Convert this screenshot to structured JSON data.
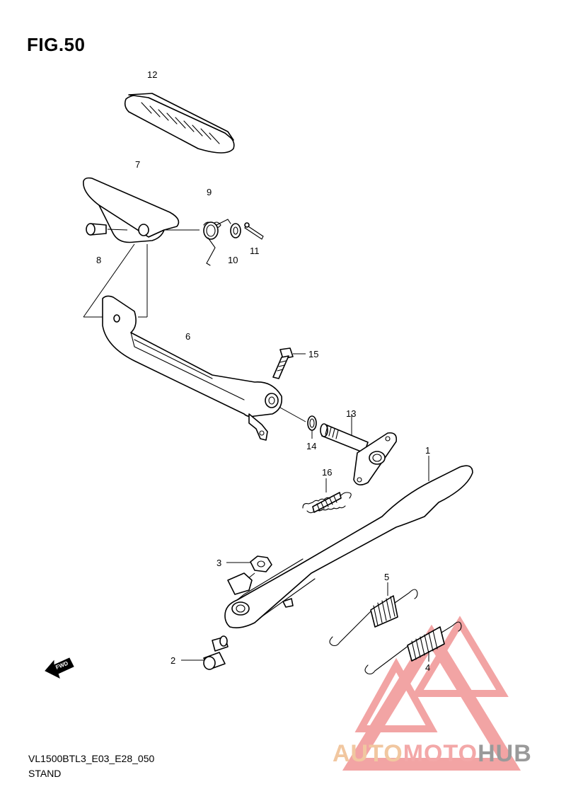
{
  "figure": {
    "title": "FIG.50",
    "code": "VL1500BTL3_E03_E28_050",
    "section": "STAND"
  },
  "callouts": {
    "c1": "1",
    "c2": "2",
    "c3": "3",
    "c4": "4",
    "c5": "5",
    "c6": "6",
    "c7": "7",
    "c8": "8",
    "c9": "9",
    "c10": "10",
    "c11": "11",
    "c12": "12",
    "c13": "13",
    "c14": "14",
    "c15": "15",
    "c16": "16"
  },
  "fwd_label": "FWD",
  "watermark": {
    "part1": "AUTO",
    "part2": "MOTO",
    "part3": "HUB",
    "colors": {
      "auto": "#f1c7a0",
      "moto": "#f3a8a8",
      "hub": "#9a9a9a",
      "logo": "#e85a5a"
    }
  }
}
